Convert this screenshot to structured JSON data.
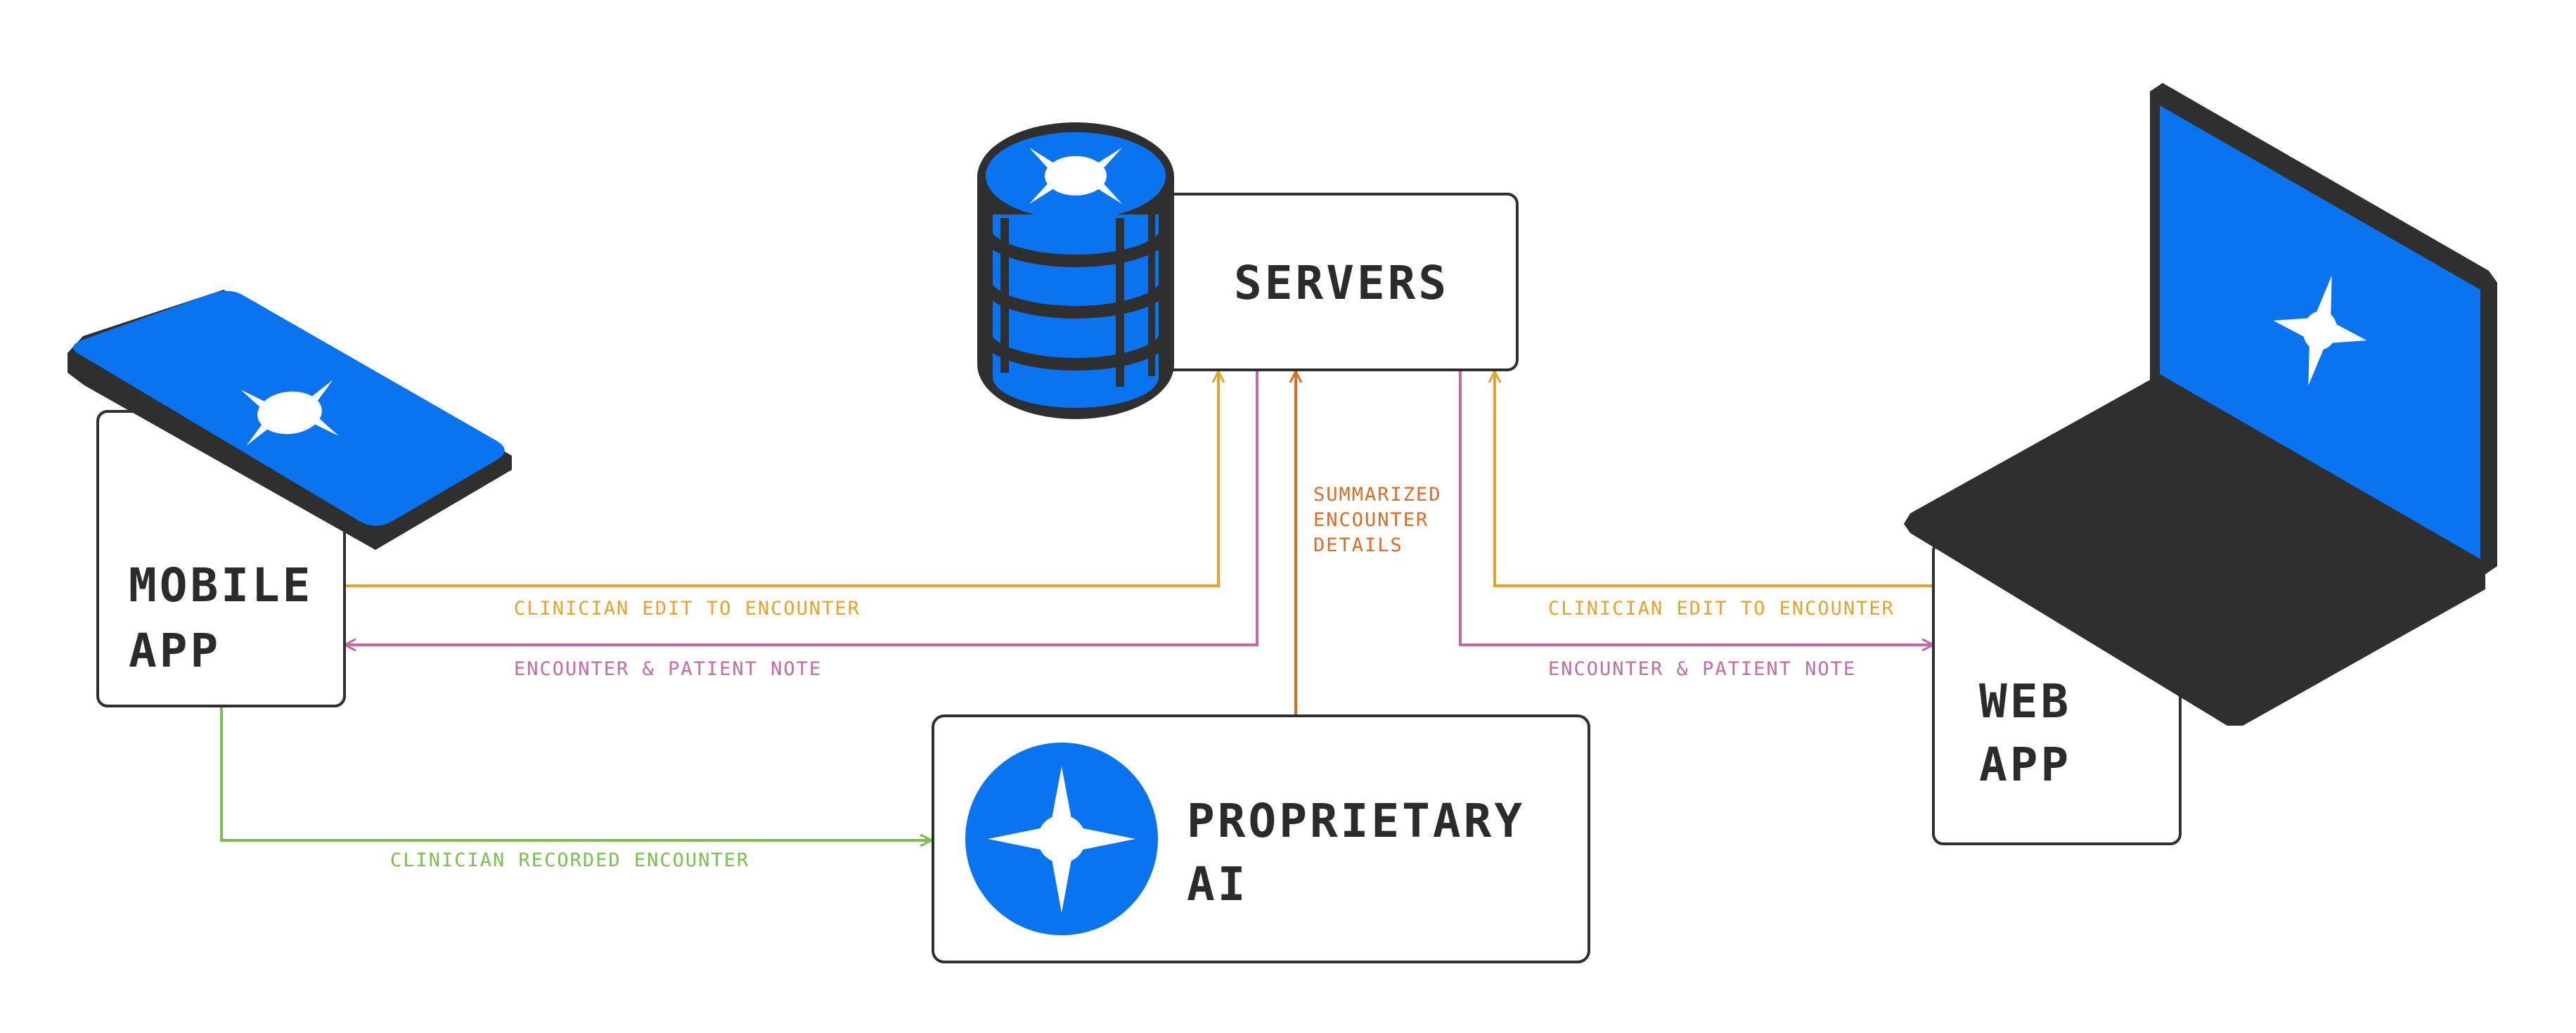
{
  "nodes": {
    "mobile_app": {
      "line1": "MOBILE",
      "line2": "APP"
    },
    "servers": {
      "label": "SERVERS"
    },
    "ai": {
      "line1": "PROPRIETARY",
      "line2": "AI"
    },
    "web_app": {
      "line1": "WEB",
      "line2": "APP"
    }
  },
  "edges": {
    "mobile_to_servers": {
      "label": "CLINICIAN EDIT TO ENCOUNTER"
    },
    "servers_to_mobile": {
      "label": "ENCOUNTER & PATIENT NOTE"
    },
    "mobile_to_ai": {
      "label": "CLINICIAN RECORDED ENCOUNTER"
    },
    "ai_to_servers": {
      "line1": "SUMMARIZED",
      "line2": "ENCOUNTER",
      "line3": "DETAILS"
    },
    "web_to_servers": {
      "label": "CLINICIAN EDIT TO ENCOUNTER"
    },
    "servers_to_web": {
      "label": "ENCOUNTER & PATIENT NOTE"
    }
  },
  "icons": {
    "phone": "smartphone-icon",
    "database": "database-icon",
    "laptop": "laptop-icon",
    "ai": "compass-star-icon"
  },
  "colors": {
    "brand_blue": "#0a74f0",
    "dark": "#2f2f2f",
    "edit_arrow": "#e8a22b",
    "note_arrow": "#c46aa8",
    "summary_arrow": "#e06a22",
    "recorded_arrow": "#78c24a"
  }
}
